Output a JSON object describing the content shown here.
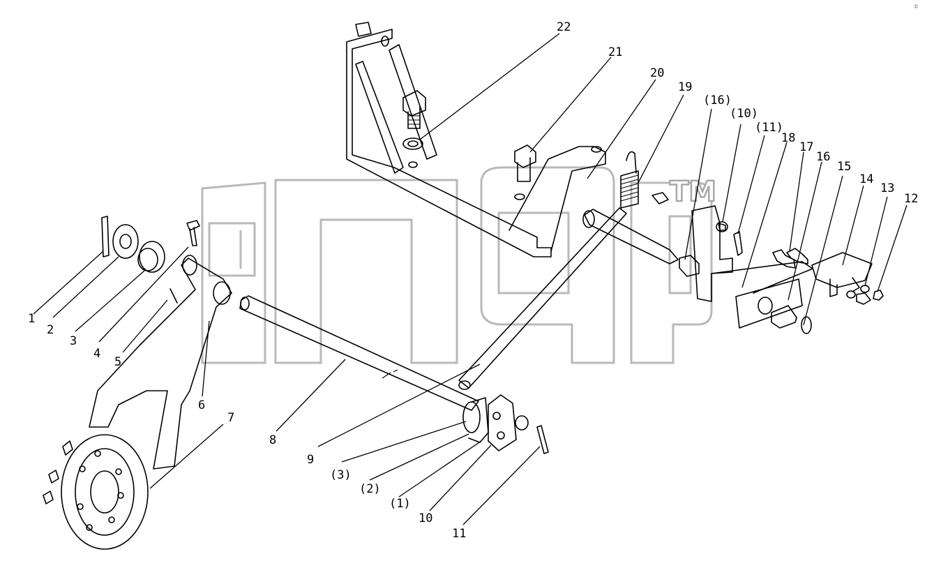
{
  "watermark": {
    "text": "аПф",
    "mark": "TM",
    "corner_note": "©"
  },
  "callouts": [
    {
      "id": "c1",
      "label": "1"
    },
    {
      "id": "c2",
      "label": "2"
    },
    {
      "id": "c3",
      "label": "3"
    },
    {
      "id": "c4",
      "label": "4"
    },
    {
      "id": "c5",
      "label": "5"
    },
    {
      "id": "c6",
      "label": "6"
    },
    {
      "id": "c7",
      "label": "7"
    },
    {
      "id": "c8",
      "label": "8"
    },
    {
      "id": "c9",
      "label": "9"
    },
    {
      "id": "c3b",
      "label": "(3)"
    },
    {
      "id": "c2b",
      "label": "(2)"
    },
    {
      "id": "c1b",
      "label": "(1)"
    },
    {
      "id": "c10",
      "label": "10"
    },
    {
      "id": "c11",
      "label": "11"
    },
    {
      "id": "c12",
      "label": "12"
    },
    {
      "id": "c13",
      "label": "13"
    },
    {
      "id": "c14",
      "label": "14"
    },
    {
      "id": "c15",
      "label": "15"
    },
    {
      "id": "c16",
      "label": "16"
    },
    {
      "id": "c17",
      "label": "17"
    },
    {
      "id": "c18",
      "label": "18"
    },
    {
      "id": "c11b",
      "label": "(11)"
    },
    {
      "id": "c10b",
      "label": "(10)"
    },
    {
      "id": "c16b",
      "label": "(16)"
    },
    {
      "id": "c19",
      "label": "19"
    },
    {
      "id": "c20",
      "label": "20"
    },
    {
      "id": "c21",
      "label": "21"
    },
    {
      "id": "c22",
      "label": "22"
    }
  ]
}
